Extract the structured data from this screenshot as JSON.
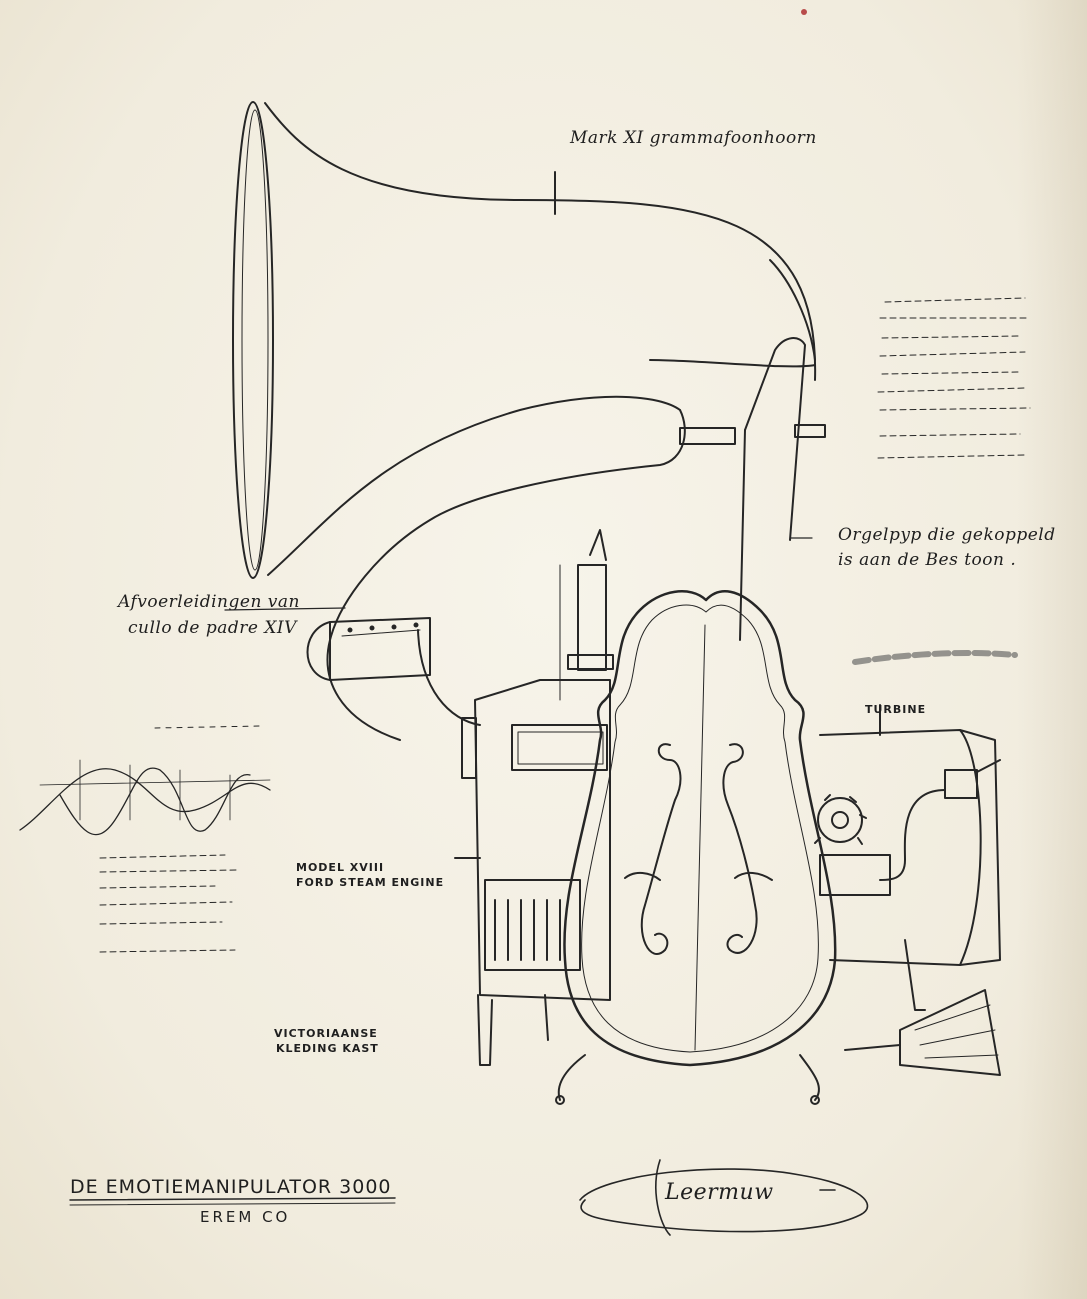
{
  "labels": {
    "horn": "Mark XI grammafoonhoorn",
    "pipe_line1": "Orgelpyp die gekoppeld",
    "pipe_line2": "is aan de Bes toon .",
    "exhaust_line1": "Afvoerleidingen van",
    "exhaust_line2": "cullo de padre XIV",
    "turbine": "TURBINE",
    "engine_line1": "MODEL XVIII",
    "engine_line2": "FORD STEAM ENGINE",
    "wardrobe_line1": "VICTORIAANSE",
    "wardrobe_line2": "KLEDING KAST"
  },
  "title_block": {
    "title": "DE EMOTIEMANIPULATOR 3000",
    "maker": "EREM CO"
  },
  "signature": "Leermuw"
}
